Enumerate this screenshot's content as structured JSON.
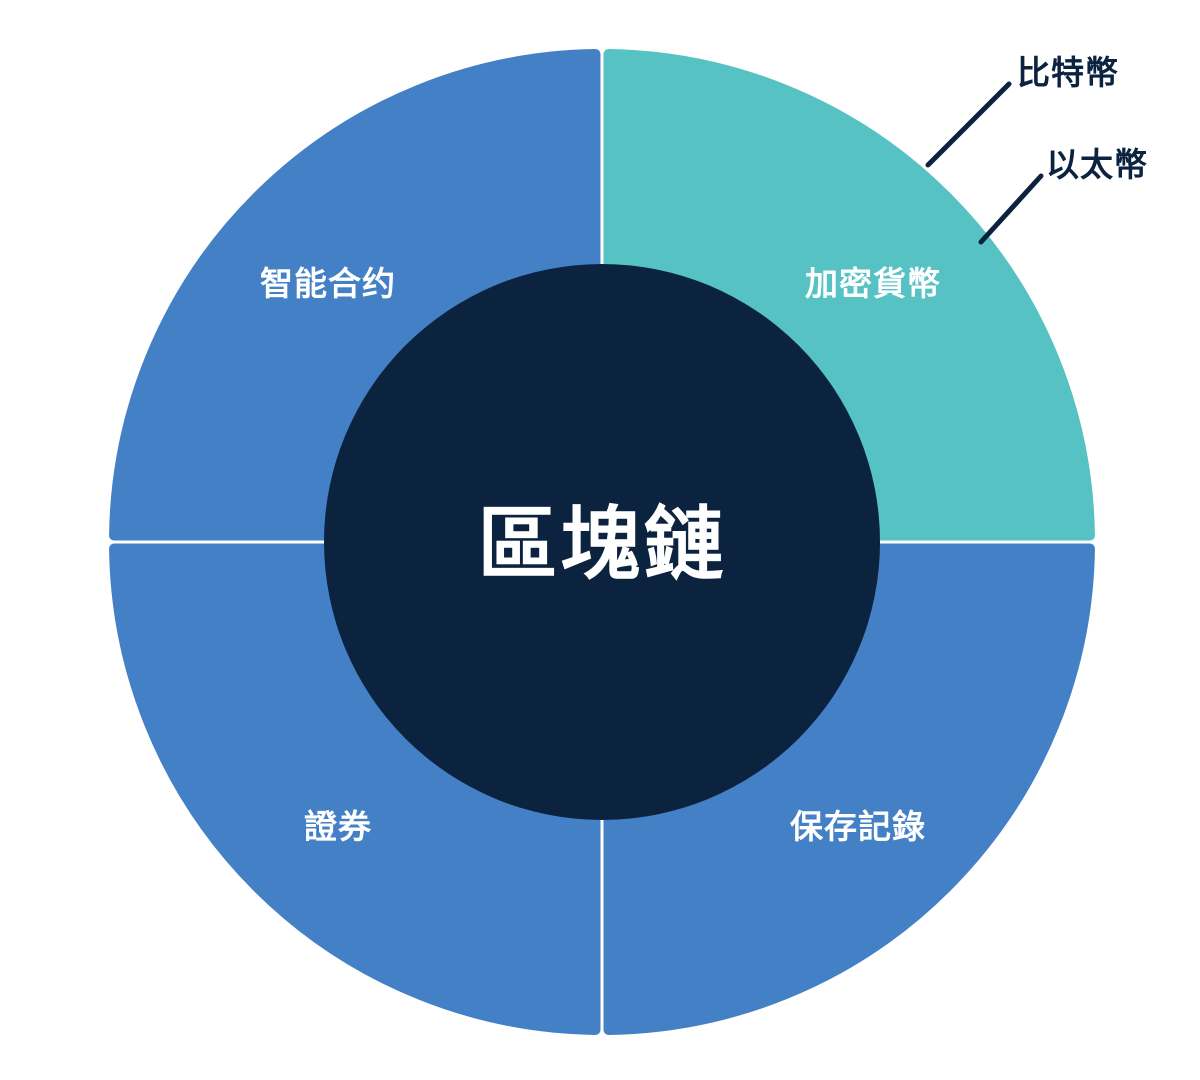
{
  "diagram": {
    "type": "donut-quadrant-concept-map",
    "center": {
      "label": "區塊鏈"
    },
    "segments": [
      {
        "id": "smart-contract",
        "label": "智能合约",
        "position": "top-left",
        "color": "#4480c6"
      },
      {
        "id": "cryptocurrency",
        "label": "加密貨幣",
        "position": "top-right",
        "color": "#56c2c4"
      },
      {
        "id": "record-keeping",
        "label": "保存記錄",
        "position": "bottom-right",
        "color": "#4480c6"
      },
      {
        "id": "securities",
        "label": "證券",
        "position": "bottom-left",
        "color": "#4480c6"
      }
    ],
    "callouts": [
      {
        "id": "bitcoin",
        "label": "比特幣",
        "target_segment": "cryptocurrency"
      },
      {
        "id": "ethereum",
        "label": "以太幣",
        "target_segment": "cryptocurrency"
      }
    ],
    "colors": {
      "background": "#ffffff",
      "core": "#0c2340",
      "primary_blue": "#4480c6",
      "accent_teal": "#56c2c4",
      "leader_line": "#0c2340",
      "label_text": "#ffffff",
      "callout_text": "#0c2340"
    }
  }
}
